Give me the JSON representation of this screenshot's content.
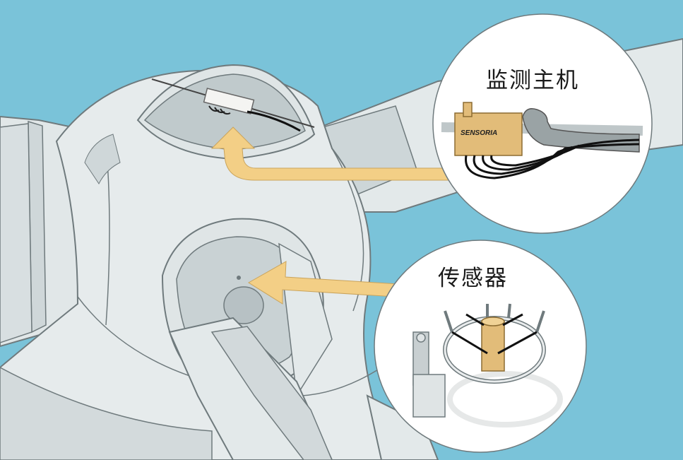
{
  "labels": {
    "host": "监测主机",
    "sensor": "传感器"
  },
  "device": {
    "brand": "SENSORIA"
  },
  "colors": {
    "background": "#7ac3d9",
    "body_light": "#e6ebec",
    "body_mid": "#cdd5d7",
    "body_dark": "#b4bec1",
    "outline": "#6f7a7d",
    "arrow": "#f3cf86",
    "device": "#e2bc79",
    "cable": "#111111",
    "callout_fill": "#ffffff"
  },
  "icons": {
    "host_arrow": "curved-arrow-icon",
    "sensor_arrow": "arrow-left-icon"
  }
}
